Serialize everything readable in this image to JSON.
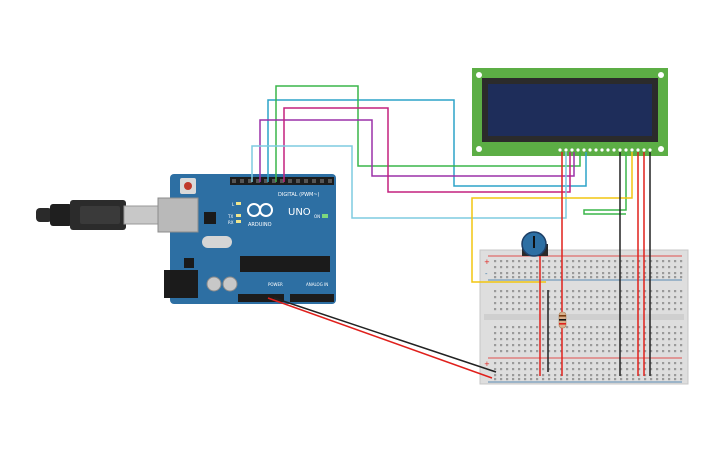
{
  "arduino": {
    "brand": "ARDUINO",
    "model": "UNO",
    "digital_label": "DIGITAL (PWM~)",
    "power_label": "POWER",
    "analog_label": "ANALOG IN",
    "led_on_label": "ON",
    "led_l_label": "L",
    "led_tx_label": "TX",
    "led_rx_label": "RX"
  },
  "lcd": {
    "screen_color": "#1e2d5a",
    "board_color": "#5cae45"
  },
  "breadboard": {
    "rail_plus": "+",
    "rail_minus": "-"
  },
  "colors": {
    "wire_red": "#e0201c",
    "wire_black": "#222222",
    "wire_yellow": "#f2c511",
    "wire_green": "#3ab54a",
    "wire_blue": "#2da3c8",
    "wire_purple": "#9b31a8",
    "wire_magenta": "#c4207f",
    "wire_lightblue": "#7ecbe0",
    "arduino_blue": "#2d6fa3"
  }
}
